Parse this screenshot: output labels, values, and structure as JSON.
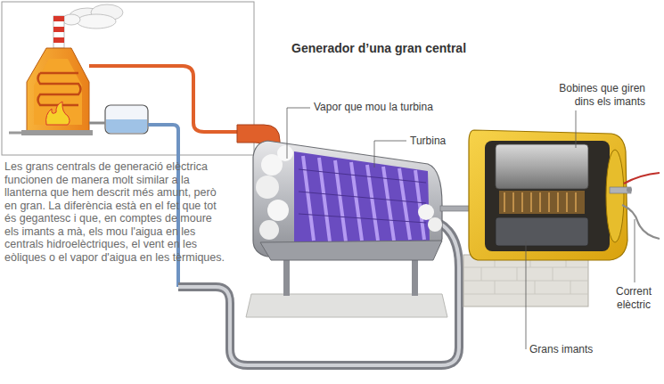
{
  "diagram": {
    "title": "Generador d’una gran central",
    "caption": "Les grans centrals de generació elèctrica funcionen de manera molt similar a la llanterna que hem descrit més amunt, però en gran. La diferència està en el fet que tot és gegantesc i que, en comptes de moure els imants a mà, els mou l'aigua en les centrals hidroelèctriques, el vent en les eòliques o el vapor d'aigua en les tèrmiques.",
    "labels": [
      "Vapor que mou la turbina",
      "Turbina",
      "Bobines que giren dins els imants",
      "Corrent elèctric",
      "Grans imants"
    ]
  }
}
